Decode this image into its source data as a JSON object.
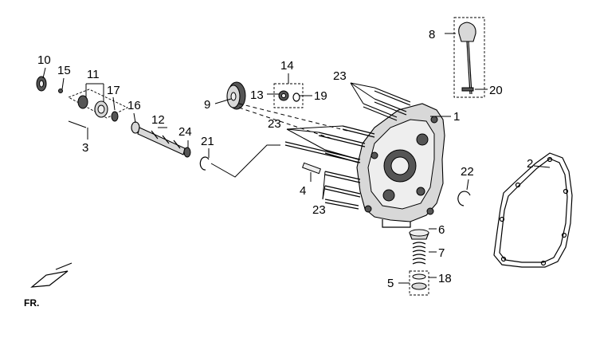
{
  "callouts": {
    "c1": "1",
    "c2": "2",
    "c3": "3",
    "c4": "4",
    "c5": "5",
    "c6": "6",
    "c7": "7",
    "c8": "8",
    "c9": "9",
    "c10": "10",
    "c11": "11",
    "c12": "12",
    "c13": "13",
    "c14": "14",
    "c15": "15",
    "c16": "16",
    "c17": "17",
    "c18": "18",
    "c19": "19",
    "c20": "20",
    "c21": "21",
    "c22": "22",
    "c23": "23",
    "c24": "24"
  },
  "direction_label": "FR."
}
